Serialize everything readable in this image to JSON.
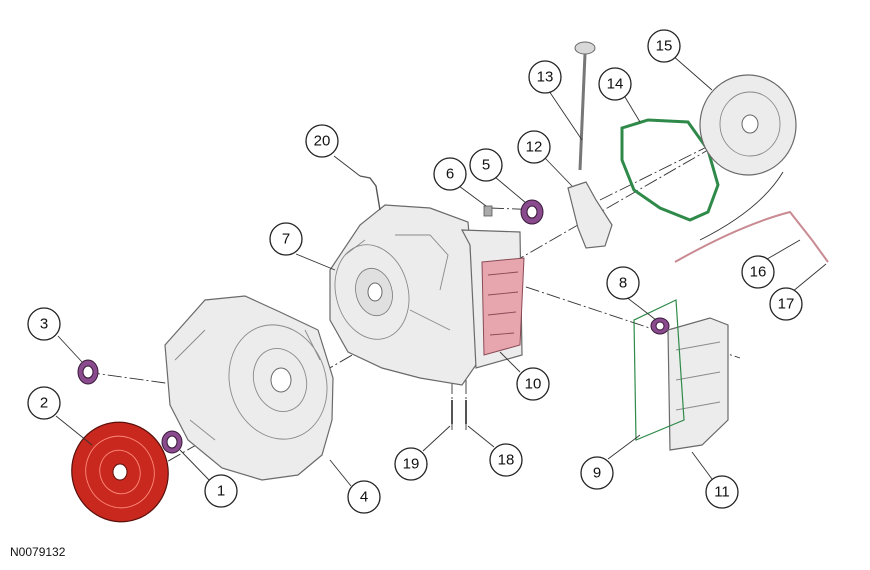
{
  "figure_id": "N0079132",
  "callouts": [
    "1",
    "2",
    "3",
    "4",
    "5",
    "6",
    "7",
    "8",
    "9",
    "10",
    "11",
    "12",
    "13",
    "14",
    "15",
    "16",
    "17",
    "18",
    "19",
    "20"
  ],
  "colors": {
    "torque_converter": "#c8281e",
    "seal": "#8a4a8e",
    "gasket": "#2f8a4a",
    "valve_body_highlight": "#e7a6ad",
    "cooler_line": "#c98a92",
    "housing": "#ececec",
    "outline": "#222222"
  }
}
